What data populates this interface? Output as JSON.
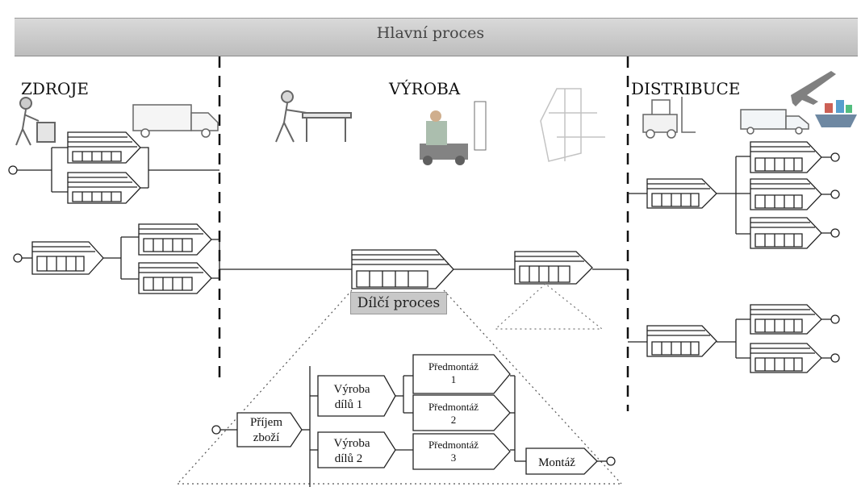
{
  "banner": {
    "title": "Hlavní proces"
  },
  "sections": {
    "left": "ZDROJE",
    "middle": "VÝROBA",
    "right": "DISTRIBUCE"
  },
  "subprocess_tag": "Dílčí proces",
  "detail": {
    "receive": [
      "Příjem",
      "zboží"
    ],
    "production_1": [
      "Výroba",
      "dílů 1"
    ],
    "production_2": [
      "Výroba",
      "dílů 2"
    ],
    "preassembly_1": [
      "Předmontáž",
      "1"
    ],
    "preassembly_2": [
      "Předmontáž",
      "2"
    ],
    "preassembly_3": [
      "Předmontáž",
      "3"
    ],
    "assembly": "Montáž"
  },
  "icons": [
    "worker-icon",
    "truck-icon",
    "worker-at-table-icon",
    "forklift-driver-icon",
    "machine-tool-icon",
    "forklift-icon",
    "airplane-icon",
    "ship-icon"
  ]
}
